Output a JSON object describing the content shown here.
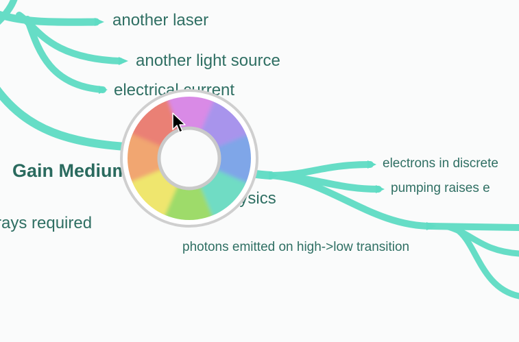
{
  "mindmap": {
    "nodes": [
      {
        "id": "another-laser",
        "text": "another laser"
      },
      {
        "id": "another-light-source",
        "text": "another light source"
      },
      {
        "id": "electrical-current",
        "text": "electrical current"
      },
      {
        "id": "gain-medium",
        "text": "Gain Medium"
      },
      {
        "id": "physics",
        "text": "Physics"
      },
      {
        "id": "rays-required",
        "text": "rays required"
      },
      {
        "id": "electrons-discrete",
        "text": "electrons in discrete"
      },
      {
        "id": "pumping-raises",
        "text": "pumping raises e"
      },
      {
        "id": "photons-emitted",
        "text": "photons emitted on high->low transition"
      }
    ],
    "branch_color": "#5fdcc4"
  },
  "color_wheel": {
    "segments": [
      {
        "name": "magenta",
        "color": "#d98ae6"
      },
      {
        "name": "purple",
        "color": "#a894ec"
      },
      {
        "name": "blue",
        "color": "#7fa6e8"
      },
      {
        "name": "teal",
        "color": "#6fdcc4"
      },
      {
        "name": "green",
        "color": "#9edb6b"
      },
      {
        "name": "yellow",
        "color": "#efe66e"
      },
      {
        "name": "orange",
        "color": "#f1a671"
      },
      {
        "name": "red",
        "color": "#ea8074"
      }
    ]
  }
}
